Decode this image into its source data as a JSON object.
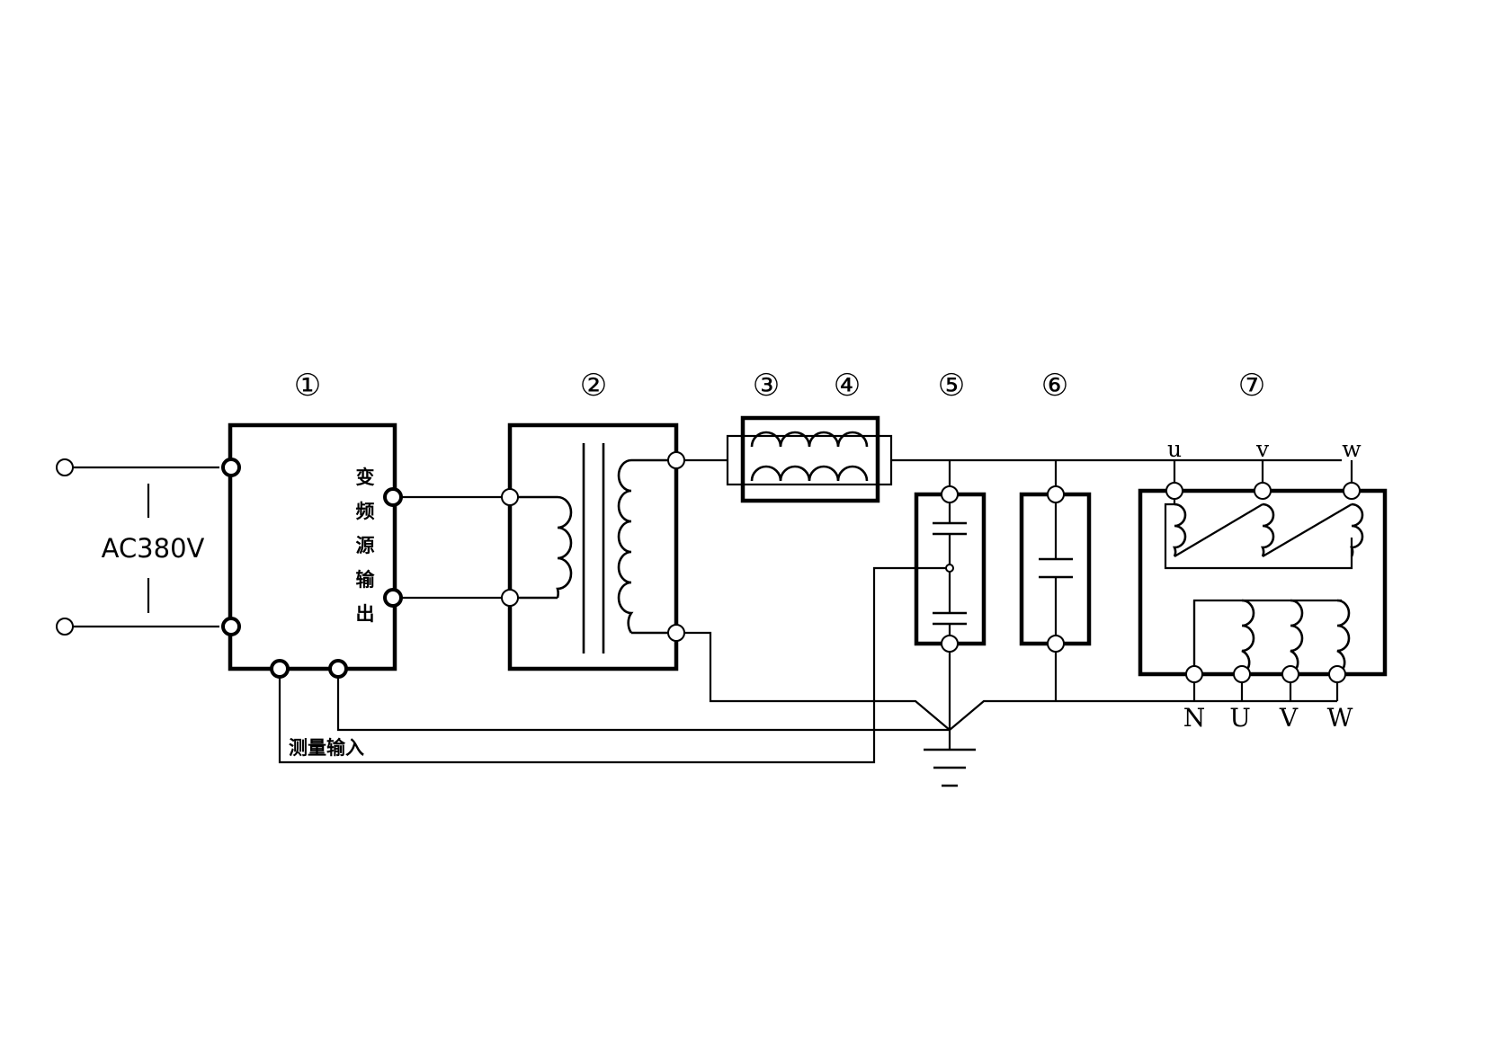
{
  "labels": {
    "n1": "①",
    "n2": "②",
    "n3": "③",
    "n4": "④",
    "n5": "⑤",
    "n6": "⑥",
    "n7": "⑦"
  },
  "supply": {
    "voltage": "AC380V"
  },
  "source_output_chars": [
    "变",
    "频",
    "源",
    "输",
    "出"
  ],
  "measure_input": "测量输入",
  "top_terminals": [
    "u",
    "v",
    "w"
  ],
  "bottom_terminals": [
    "N",
    "U",
    "V",
    "W"
  ]
}
